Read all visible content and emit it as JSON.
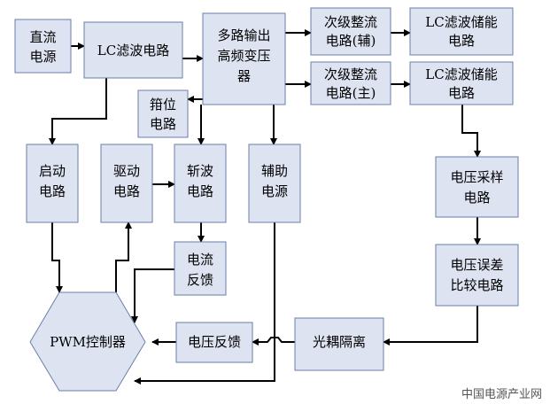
{
  "blocks": {
    "dc_source": [
      "直流",
      "电源"
    ],
    "lc_filter": [
      "LC滤波电路"
    ],
    "transformer": [
      "多路输出",
      "高频变压",
      "器"
    ],
    "rect_aux": [
      "次级整流",
      "电路(辅)"
    ],
    "lc_store_aux": [
      "LC滤波储能",
      "电路"
    ],
    "rect_main": [
      "次级整流",
      "电路(主)"
    ],
    "lc_store_main": [
      "LC滤波储能",
      "电路"
    ],
    "clamp": [
      "箝位",
      "电路"
    ],
    "start": [
      "启动",
      "电路"
    ],
    "drive": [
      "驱动",
      "电路"
    ],
    "chopper": [
      "斩波",
      "电路"
    ],
    "aux_power": [
      "辅助",
      "电源"
    ],
    "v_sample": [
      "电压采样",
      "电路"
    ],
    "v_error": [
      "电压误差",
      "比较电路"
    ],
    "i_feedback": [
      "电流",
      "反馈"
    ],
    "pwm": [
      "PWM控制器"
    ],
    "v_feedback": [
      "电压反馈"
    ],
    "optocoupler": [
      "光耦隔离"
    ]
  },
  "watermark": "中国电源产业网"
}
